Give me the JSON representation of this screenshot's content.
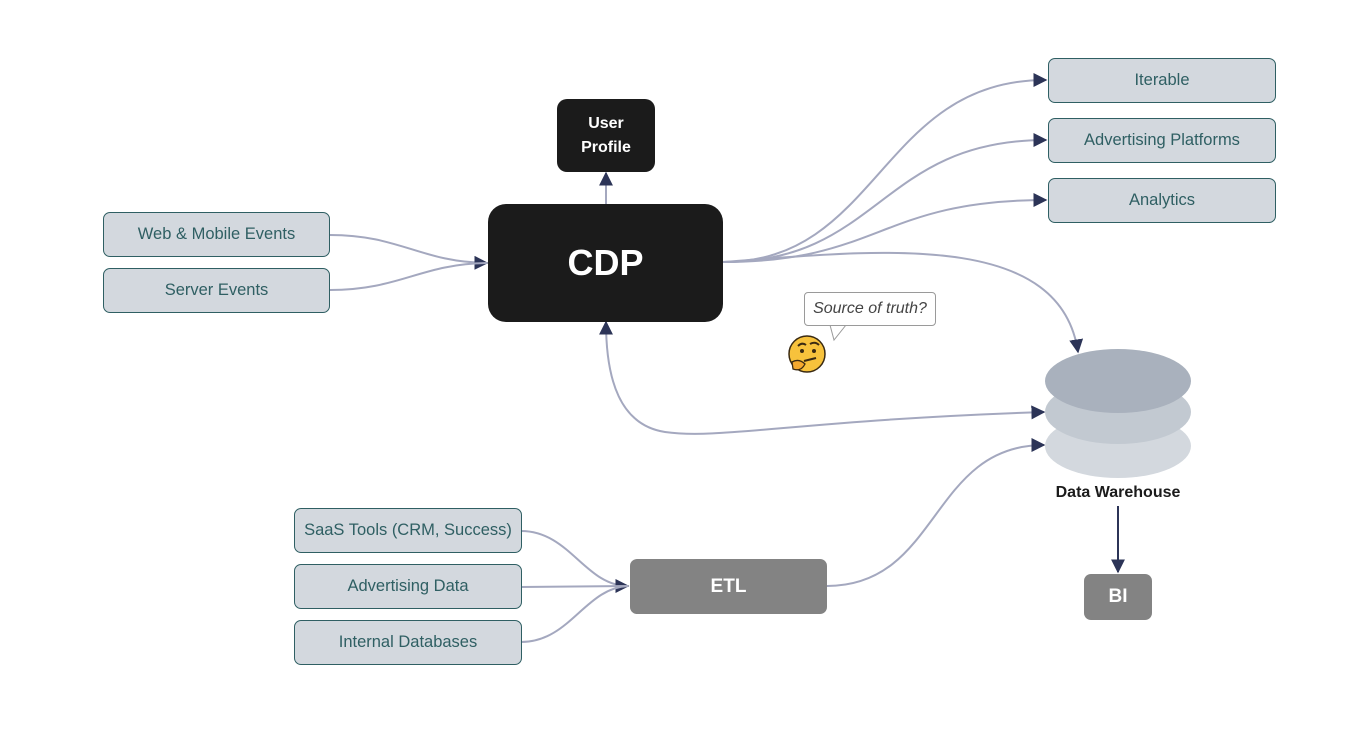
{
  "diagram": {
    "sources_left": [
      "Web & Mobile Events",
      "Server Events"
    ],
    "cdp": "CDP",
    "user_profile": "User\nProfile",
    "destinations": [
      "Iterable",
      "Advertising Platforms",
      "Analytics"
    ],
    "callout": "Source of truth?",
    "warehouse": "Data Warehouse",
    "bi": "BI",
    "etl": "ETL",
    "etl_sources": [
      "SaaS Tools (CRM, Success)",
      "Advertising Data",
      "Internal Databases"
    ]
  },
  "colors": {
    "source_fill": "#d3d8de",
    "source_border": "#2f5f63",
    "dark_node": "#1b1b1b",
    "grey_node": "#838383",
    "edge": "#a4a8bf",
    "arrow": "#2c3457",
    "db_top": "#a9b1bd",
    "db_middle": "#c2c9d1",
    "db_bottom": "#d3d8de"
  },
  "icons": {
    "thinking": "thinking-face-icon"
  }
}
